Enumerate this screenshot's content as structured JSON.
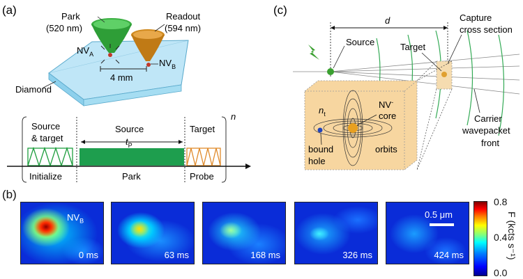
{
  "panel_a": {
    "label": "(a)",
    "park": "Park",
    "park_wl": "(520 nm)",
    "readout": "Readout",
    "readout_wl": "(594 nm)",
    "nva": "NV",
    "nva_sub": "A",
    "nvb": "NV",
    "nvb_sub": "B",
    "distance": "4 mm",
    "diamond": "Diamond",
    "seq_source_target_1": "Source",
    "seq_source_target_2": "& target",
    "seq_source": "Source",
    "seq_target": "Target",
    "seq_tp": "t",
    "seq_tp_sub": "P",
    "seq_n": "n",
    "seq_initialize": "Initialize",
    "seq_park": "Park",
    "seq_probe": "Probe"
  },
  "panel_c": {
    "label": "(c)",
    "d": "d",
    "source": "Source",
    "target": "Target",
    "capture_1": "Capture",
    "capture_2": "cross section",
    "nt": "n",
    "nt_sub": "t",
    "nv_core_1": "NV",
    "nv_core_sup": "-",
    "nv_core_2": "core",
    "bound_1": "bound",
    "bound_2": "hole",
    "orbits": "orbits",
    "carrier_1": "Carrier",
    "carrier_2": "wavepacket",
    "carrier_3": "front"
  },
  "panel_b": {
    "label": "(b)",
    "nvb": "NV",
    "nvb_sub": "B",
    "scale": "0.5 μm",
    "frames": [
      {
        "time": "0 ms"
      },
      {
        "time": "63 ms"
      },
      {
        "time": "168 ms"
      },
      {
        "time": "326 ms"
      },
      {
        "time": "424 ms"
      }
    ],
    "colorbar_ticks": [
      "0.8",
      "0.4",
      "0.0"
    ],
    "colorbar_label": "F (kcts s⁻¹)"
  }
}
